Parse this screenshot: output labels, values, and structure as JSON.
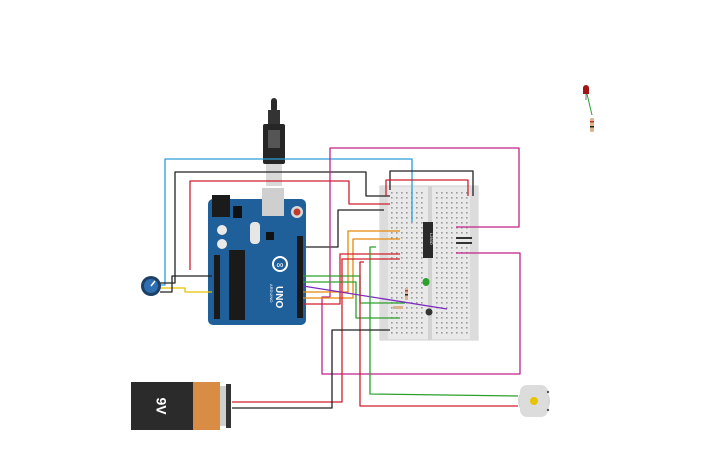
{
  "arduino": {
    "brand": "UNO",
    "sub": "ARDUINO",
    "mark": "∞"
  },
  "battery": {
    "label": "9V"
  },
  "ic": {
    "label": "L293D"
  },
  "colors": {
    "red": "#d01f2c",
    "black": "#222222",
    "blue": "#2a9fd6",
    "magenta": "#c0228a",
    "green": "#2ca02c",
    "orange": "#e8880c",
    "yellow": "#e6c200",
    "purple": "#7b2cbf",
    "board": "#1f5f9a",
    "breadboard": "#e8e8e8",
    "battery_body": "#2b2b2b",
    "battery_cap": "#d98c43"
  },
  "components": [
    "usb-cable-icon",
    "arduino-uno-board",
    "breadboard",
    "potentiometer-icon",
    "nine-volt-battery",
    "dc-motor-icon",
    "motor-driver-ic",
    "led-red-icon",
    "resistor-icon",
    "pushbutton-icon",
    "green-led-icon"
  ]
}
